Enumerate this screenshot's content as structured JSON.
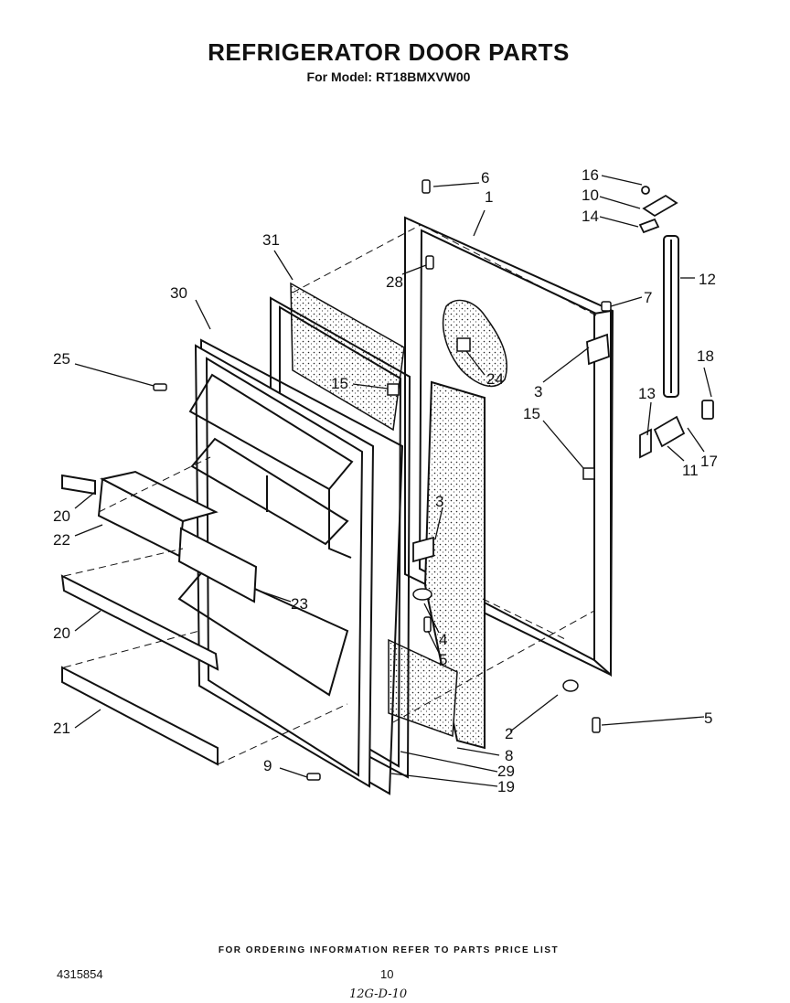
{
  "title": "REFRIGERATOR DOOR PARTS",
  "subtitle": "For Model: RT18BMXVW00",
  "footer": {
    "ordering_note": "FOR ORDERING INFORMATION REFER TO PARTS PRICE LIST",
    "document_number": "4315854",
    "page_number": "10",
    "handwritten_code": "12G-D-10"
  },
  "callouts": [
    {
      "id": "c6",
      "label": "6"
    },
    {
      "id": "c1",
      "label": "1"
    },
    {
      "id": "c16",
      "label": "16"
    },
    {
      "id": "c10",
      "label": "10"
    },
    {
      "id": "c14",
      "label": "14"
    },
    {
      "id": "c31",
      "label": "31"
    },
    {
      "id": "c28",
      "label": "28"
    },
    {
      "id": "c12",
      "label": "12"
    },
    {
      "id": "c30",
      "label": "30"
    },
    {
      "id": "c7",
      "label": "7"
    },
    {
      "id": "c25",
      "label": "25"
    },
    {
      "id": "c15a",
      "label": "15"
    },
    {
      "id": "c24",
      "label": "24"
    },
    {
      "id": "c3a",
      "label": "3"
    },
    {
      "id": "c18",
      "label": "18"
    },
    {
      "id": "c13",
      "label": "13"
    },
    {
      "id": "c15b",
      "label": "15"
    },
    {
      "id": "c17",
      "label": "17"
    },
    {
      "id": "c11",
      "label": "11"
    },
    {
      "id": "c20a",
      "label": "20"
    },
    {
      "id": "c22",
      "label": "22"
    },
    {
      "id": "c3b",
      "label": "3"
    },
    {
      "id": "c23",
      "label": "23"
    },
    {
      "id": "c20b",
      "label": "20"
    },
    {
      "id": "c4",
      "label": "4"
    },
    {
      "id": "c5a",
      "label": "5"
    },
    {
      "id": "c5b",
      "label": "5"
    },
    {
      "id": "c21",
      "label": "21"
    },
    {
      "id": "c2",
      "label": "2"
    },
    {
      "id": "c8",
      "label": "8"
    },
    {
      "id": "c9",
      "label": "9"
    },
    {
      "id": "c29",
      "label": "29"
    },
    {
      "id": "c19",
      "label": "19"
    }
  ]
}
